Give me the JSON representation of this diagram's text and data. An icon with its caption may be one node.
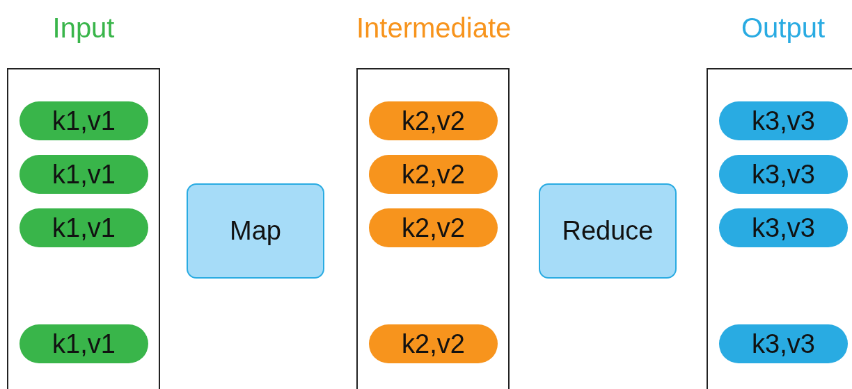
{
  "diagram": {
    "nodes": [
      {
        "text": [
          "Input"
        ]
      },
      {
        "text": [
          "k1,v1"
        ],
        "in": 0
      },
      {
        "text": [
          "k1,v1"
        ],
        "in": 0
      },
      {
        "text": [
          "k1,v1"
        ],
        "in": 0
      },
      {
        "text": [
          "k1,v1"
        ],
        "in": 0
      },
      {
        "text": [
          "Map"
        ]
      },
      {
        "text": [
          "Intermediate"
        ]
      },
      {
        "text": [
          "k2,v2"
        ],
        "in": 6
      },
      {
        "text": [
          "k2,v2"
        ],
        "in": 6
      },
      {
        "text": [
          "k2,v2"
        ],
        "in": 6
      },
      {
        "text": [
          "k2,v2"
        ],
        "in": 6
      },
      {
        "text": [
          "Reduce"
        ]
      },
      {
        "text": [
          "Output"
        ]
      },
      {
        "text": [
          "k3,v3"
        ],
        "in": 12
      },
      {
        "text": [
          "k3,v3"
        ],
        "in": 12
      },
      {
        "text": [
          "k3,v3"
        ],
        "in": 12
      },
      {
        "text": [
          "k3,v3"
        ],
        "in": 12
      }
    ]
  }
}
